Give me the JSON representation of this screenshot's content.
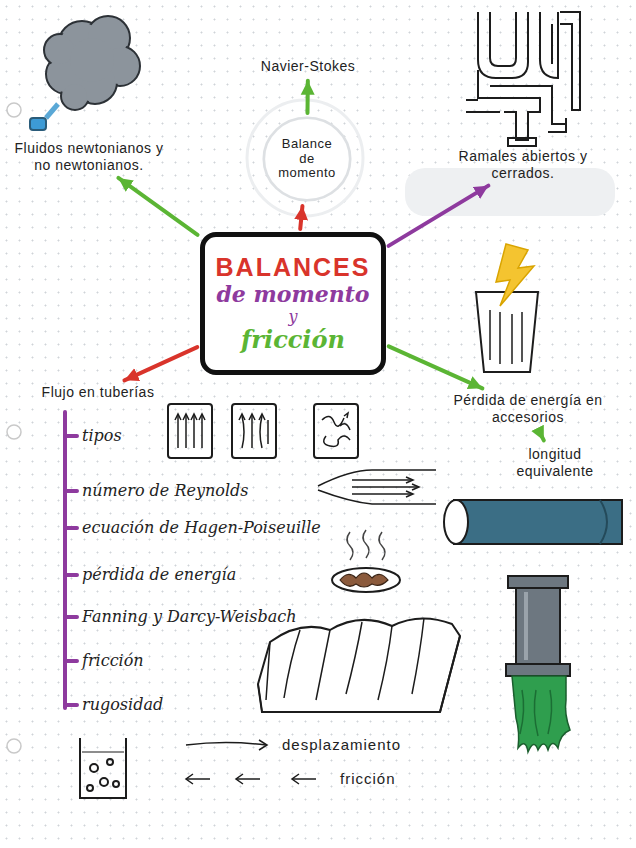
{
  "diagram": {
    "nodes": [
      {
        "text": [
          "BALANCES",
          "de momento",
          "y",
          "fricción"
        ]
      },
      {
        "text": [
          "Balance de momento"
        ]
      },
      {
        "text": [
          "Navier-Stokes"
        ]
      },
      {
        "text": [
          "Fluidos newtonianos y no newtonianos."
        ]
      },
      {
        "text": [
          "Ramales abiertos y cerrados."
        ]
      },
      {
        "text": [
          "Pérdida de energía en accesorios"
        ]
      },
      {
        "text": [
          "longitud equivalente"
        ]
      },
      {
        "text": [
          "Flujo en tuberías"
        ]
      }
    ],
    "edges": [
      {
        "from": 0,
        "to": 1,
        "arrow": "to"
      },
      {
        "from": 1,
        "to": 2,
        "arrow": "to"
      },
      {
        "from": 0,
        "to": 3,
        "arrow": "to"
      },
      {
        "from": 0,
        "to": 4,
        "arrow": "to"
      },
      {
        "from": 0,
        "to": 5,
        "arrow": "to"
      },
      {
        "from": 5,
        "to": 6,
        "arrow": "to"
      },
      {
        "from": 0,
        "to": 7,
        "arrow": "to"
      }
    ],
    "labels": [
      "tipos",
      "número de Reynolds",
      "ecuación de Hagen-Poiseuille",
      "pérdida de energía",
      "Fanning y Darcy-Weisbach",
      "fricción",
      "rugosidad",
      "desplazamiento",
      "fricción"
    ]
  }
}
